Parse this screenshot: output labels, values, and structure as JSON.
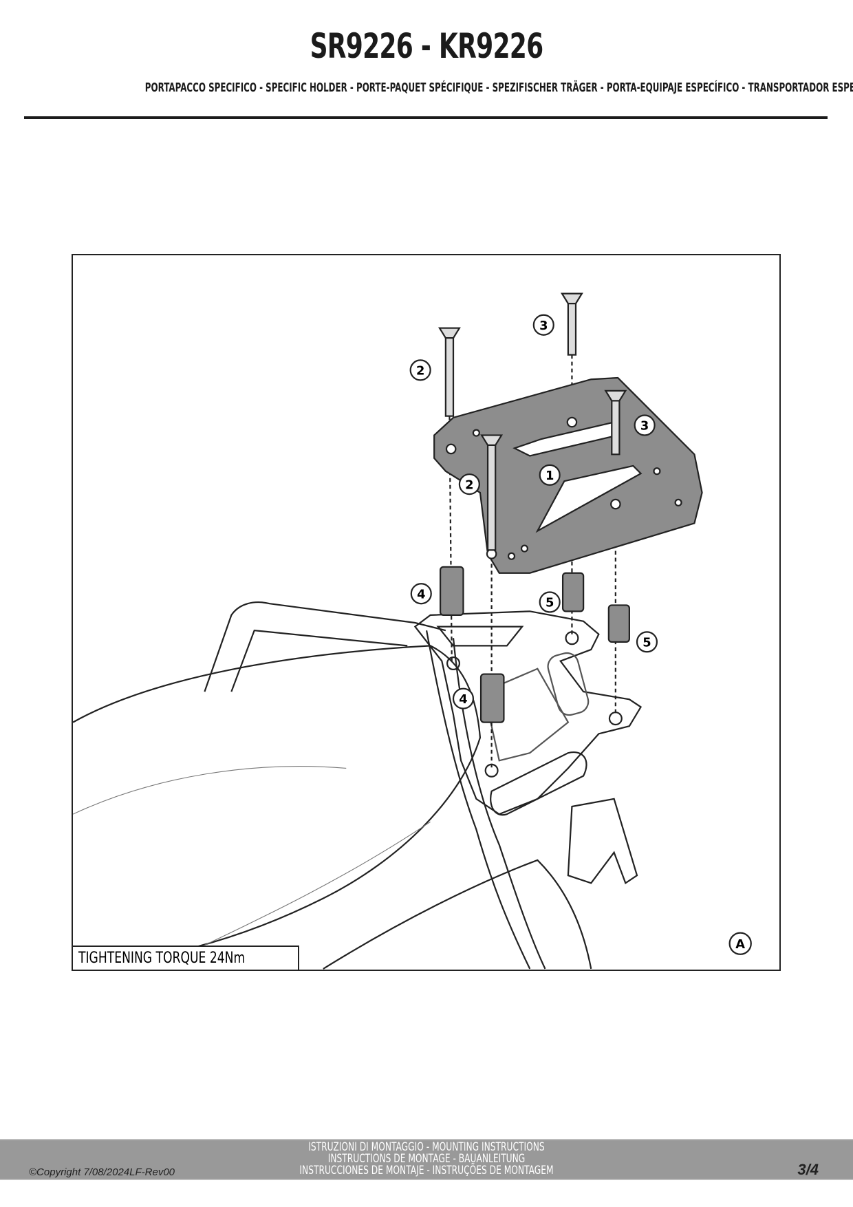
{
  "header": {
    "title": "SR9226 - KR9226",
    "subtitle": "PORTAPACCO SPECIFICO - SPECIFIC HOLDER - PORTE-PAQUET SPÉCIFIQUE - SPEZIFISCHER TRÄGER - PORTA-EQUIPAJE ESPECÍFICO - TRANSPORTADOR ESPECÍFICO"
  },
  "diagram": {
    "torque_label": "TIGHTENING TORQUE 24Nm",
    "view_label": "A",
    "callouts": [
      "1",
      "2",
      "2",
      "3",
      "3",
      "4",
      "4",
      "5",
      "5"
    ]
  },
  "footer": {
    "instructions": [
      "ISTRUZIONI DI MONTAGGIO  -  MOUNTING INSTRUCTIONS",
      "INSTRUCTIONS DE MONTAGE - BAUANLEITUNG",
      "INSTRUCCIONES DE MONTAJE - INSTRUÇÕES DE MONTAGEM"
    ],
    "copyright": "©Copyright 7/08/2024LF-Rev00",
    "page": "3/4"
  }
}
